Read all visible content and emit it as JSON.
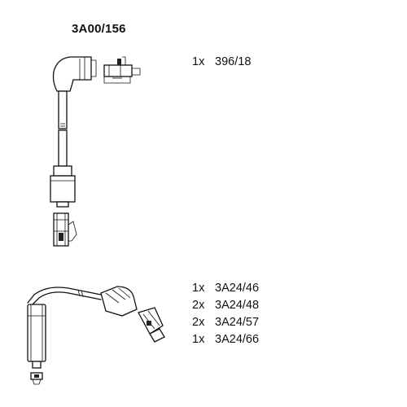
{
  "header": {
    "kit_number": "3A00/156"
  },
  "parts_top": [
    {
      "qty": "1x",
      "part": "396/18"
    }
  ],
  "parts_bottom": [
    {
      "qty": "1x",
      "part": "3A24/46"
    },
    {
      "qty": "2x",
      "part": "3A24/48"
    },
    {
      "qty": "2x",
      "part": "3A24/57"
    },
    {
      "qty": "1x",
      "part": "3A24/66"
    }
  ]
}
